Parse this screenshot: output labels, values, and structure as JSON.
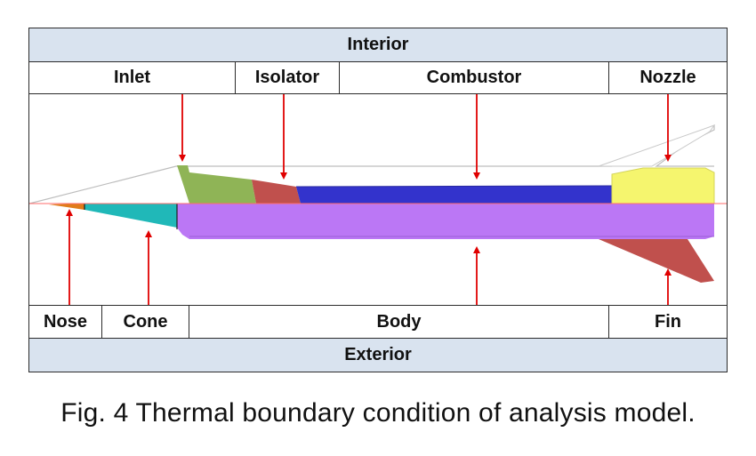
{
  "labels": {
    "interior": "Interior",
    "exterior": "Exterior",
    "inlet": "Inlet",
    "isolator": "Isolator",
    "combustor": "Combustor",
    "nozzle": "Nozzle",
    "nose": "Nose",
    "cone": "Cone",
    "body": "Body",
    "fin": "Fin"
  },
  "caption": "Fig. 4 Thermal boundary condition of analysis model.",
  "colors": {
    "band": "#d9e3ef",
    "arrow": "#e00000",
    "inlet": "#8fb456",
    "isolator": "#c0504d",
    "combustor": "#3333cc",
    "nozzle": "#f5f56e",
    "nose": "#e07b1a",
    "cone": "#20b8b8",
    "body": "#bb77f5",
    "fin": "#c0504d",
    "centerline": "#ff6b6b"
  }
}
